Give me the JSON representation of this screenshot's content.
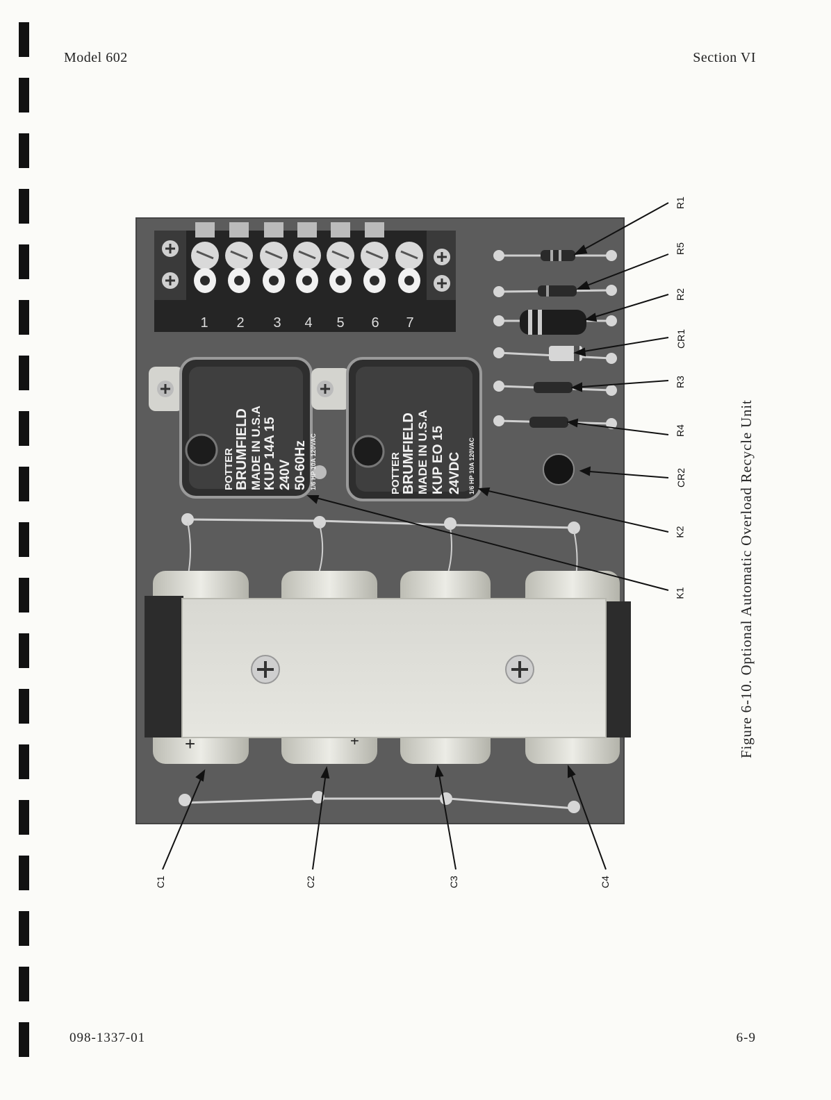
{
  "header": {
    "model": "Model 602",
    "section": "Section VI"
  },
  "footer": {
    "doc_number": "098-1337-01",
    "page_number": "6-9"
  },
  "figure": {
    "caption": "Figure 6-10.  Optional Automatic Overload Recycle Unit",
    "terminal_numbers": [
      "1",
      "2",
      "3",
      "4",
      "5",
      "6",
      "7"
    ],
    "relay_k1_markings": [
      "POTTER",
      "BRUMFIELD",
      "MADE IN U.S.A",
      "KUP 14A 15",
      "240V",
      "50-60Hz",
      "1/6 HP   10A 120VAC"
    ],
    "relay_k2_markings": [
      "POTTER",
      "BRUMFIELD",
      "MADE IN U.S.A",
      "KUP EO 15",
      "24VDC",
      "1/6 HP   10A 120VAC"
    ],
    "callouts_right": [
      "R1",
      "R5",
      "R2",
      "CR1",
      "R3",
      "R4",
      "CR2",
      "K2",
      "K1"
    ],
    "callouts_bottom": [
      "C1",
      "C2",
      "C3",
      "C4"
    ]
  }
}
